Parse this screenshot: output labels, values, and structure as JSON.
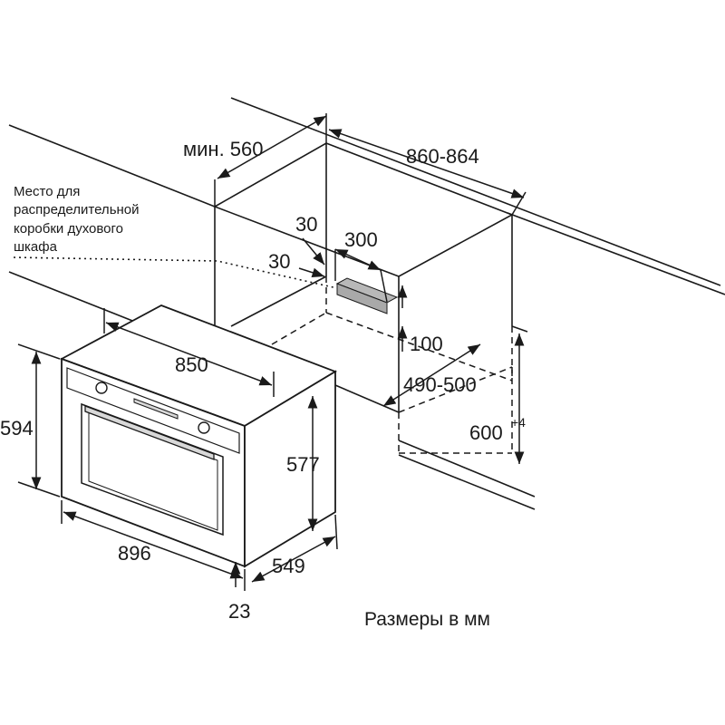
{
  "note_lines": [
    "Место для",
    "распределительной",
    "коробки духового",
    "шкафа"
  ],
  "dims": {
    "min_depth": "мин. 560",
    "niche_width": "860-864",
    "offset_top": "30",
    "offset_side": "30",
    "box_width": "300",
    "clearance": "100",
    "oven_width_top": "850",
    "niche_depth": "490-500",
    "niche_height": "600",
    "niche_height_tol": "+4",
    "oven_height": "594",
    "body_height": "577",
    "oven_width": "896",
    "oven_depth": "549",
    "front_thickness": "23"
  },
  "caption": "Размеры в мм",
  "colors": {
    "line": "#1a1a1a",
    "box_fill": "#b8b8b8"
  }
}
